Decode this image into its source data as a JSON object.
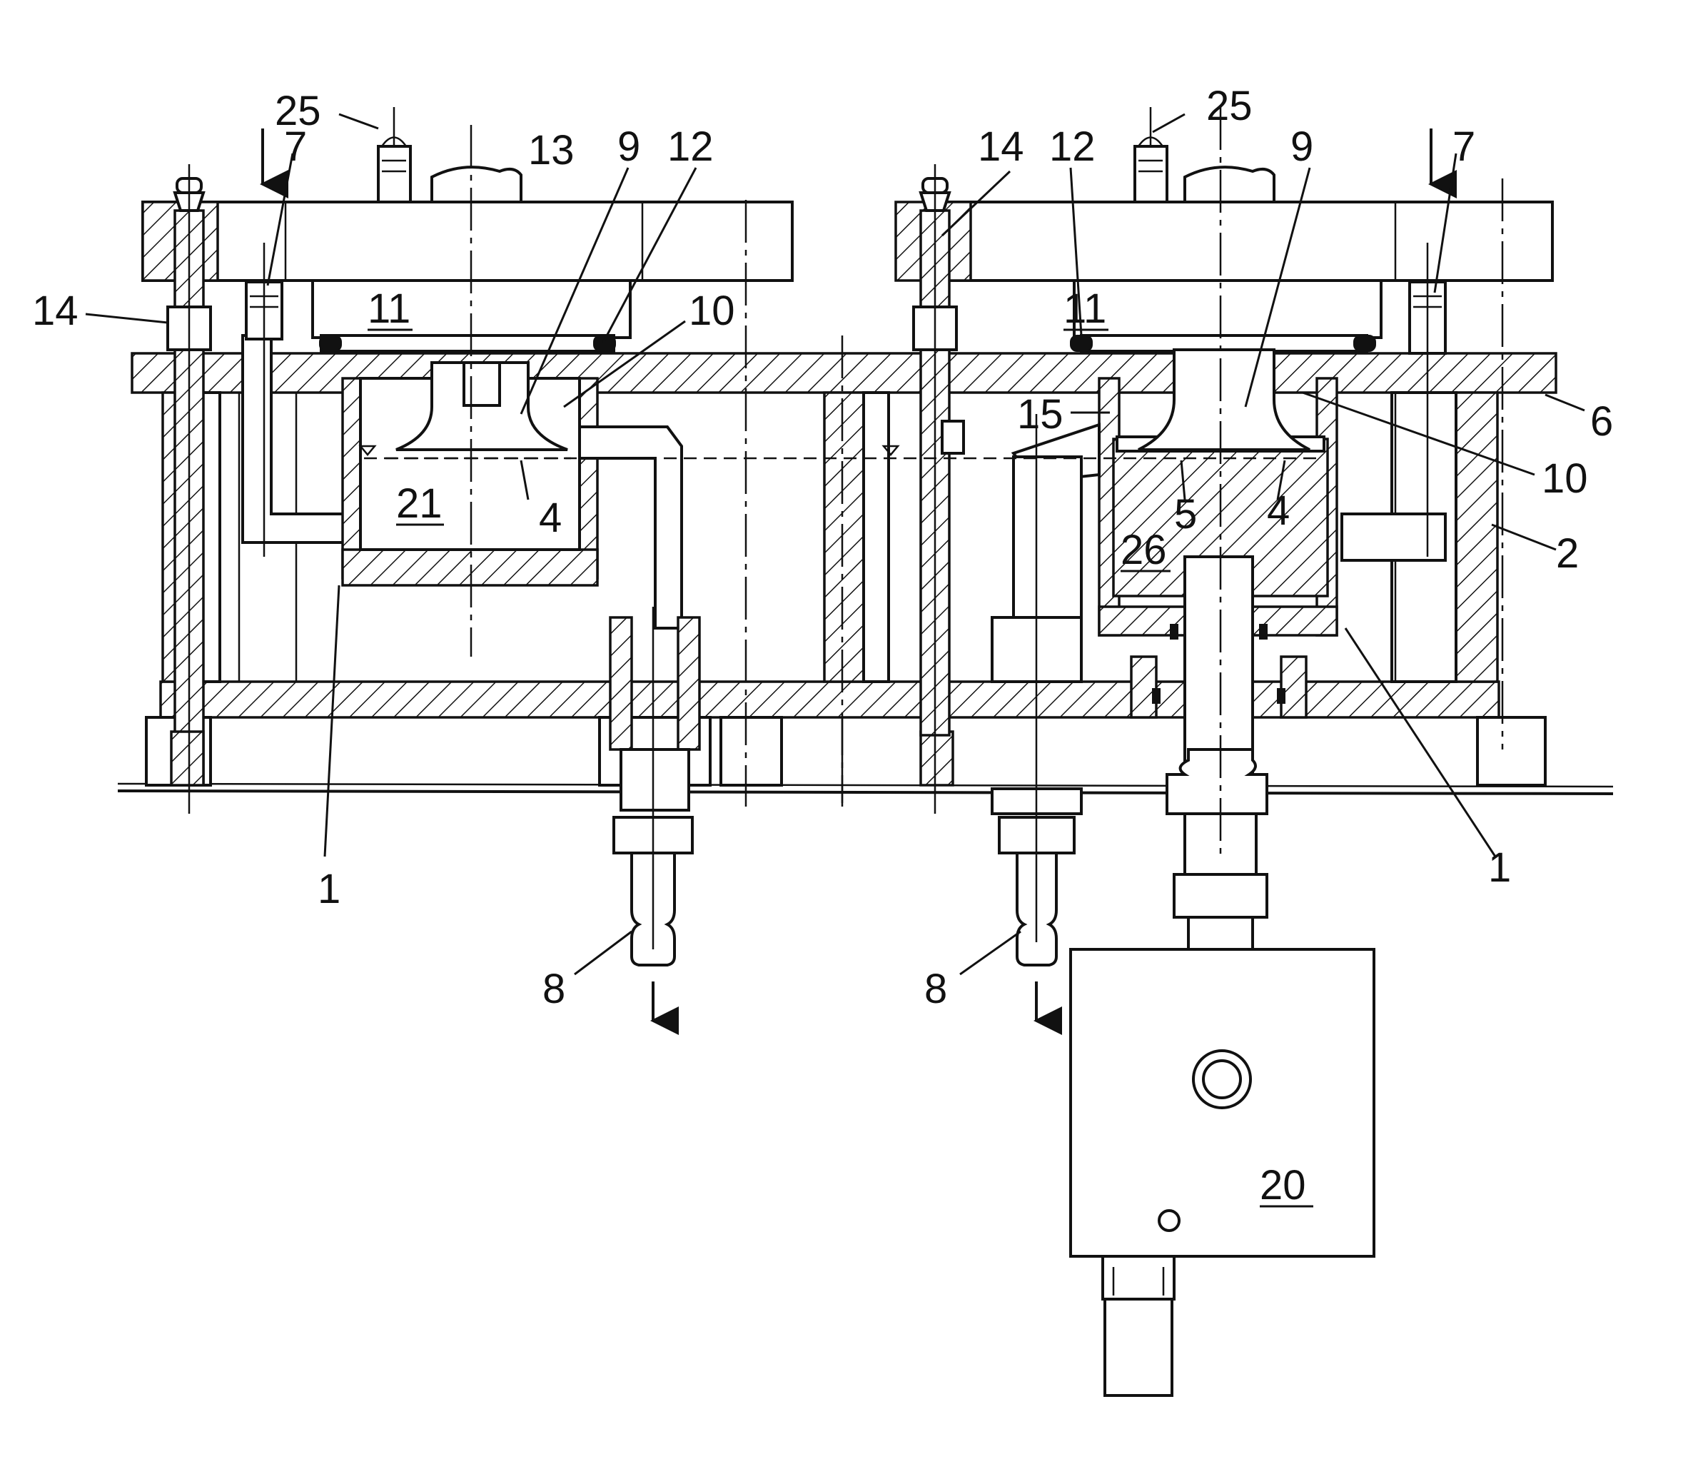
{
  "labels": {
    "l25a": "25",
    "l7a": "7",
    "l13": "13",
    "l9a": "9",
    "l12a": "12",
    "l14a": "14",
    "l11a": "11",
    "l10a": "10",
    "l21": "21",
    "l4a": "4",
    "l1a": "1",
    "l8a": "8",
    "l14b": "14",
    "l12b": "12",
    "l11b": "11",
    "l25b": "25",
    "l9b": "9",
    "l7b": "7",
    "l15": "15",
    "l6": "6",
    "l10b": "10",
    "l5": "5",
    "l4b": "4",
    "l26": "26",
    "l2": "2",
    "l1b": "1",
    "l8b": "8",
    "l20": "20"
  }
}
